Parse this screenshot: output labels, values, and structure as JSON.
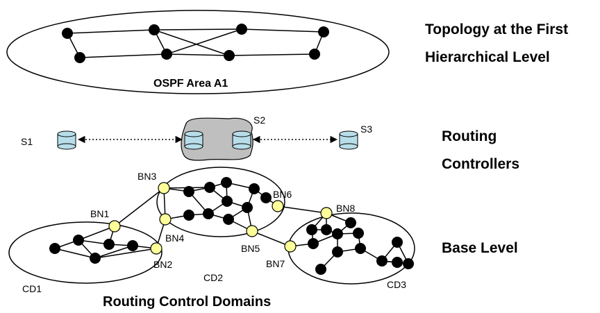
{
  "side_labels": {
    "top_line1": "Topology at the First",
    "top_line2": "Hierarchical Level",
    "middle_line1": "Routing",
    "middle_line2": "Controllers",
    "bottom": "Base Level"
  },
  "area_label": "OSPF Area A1",
  "servers": {
    "s1": "S1",
    "s2": "S2",
    "s3": "S3"
  },
  "border_nodes": {
    "bn1": "BN1",
    "bn2": "BN2",
    "bn3": "BN3",
    "bn4": "BN4",
    "bn5": "BN5",
    "bn6": "BN6",
    "bn7": "BN7",
    "bn8": "BN8"
  },
  "domains": {
    "cd1": "CD1",
    "cd2": "CD2",
    "cd3": "CD3"
  },
  "bottom_caption": "Routing Control Domains",
  "colors": {
    "node": "#000000",
    "border_node": "#ffff99",
    "server": "#b7dde8",
    "cloud": "#bfbfbf"
  }
}
